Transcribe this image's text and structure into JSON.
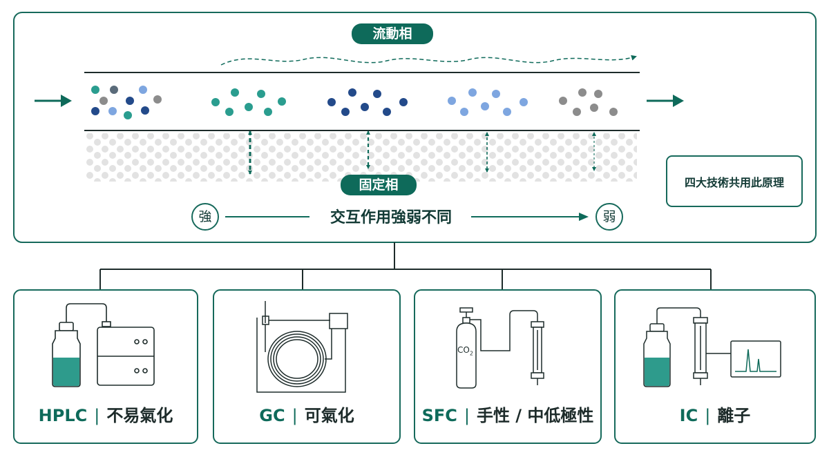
{
  "top_panel": {
    "mobile_phase_label": "流動相",
    "stationary_phase_label": "固定相",
    "strong_label": "強",
    "weak_label": "弱",
    "interaction_text": "交互作用強弱不同",
    "note": "四大技術共用此原理"
  },
  "techniques": [
    {
      "abbr": "HPLC",
      "separator": "|",
      "desc": "不易氣化"
    },
    {
      "abbr": "GC",
      "separator": "|",
      "desc": "可氣化"
    },
    {
      "abbr": "SFC",
      "separator": "|",
      "desc": "手性 / 中低極性"
    },
    {
      "abbr": "IC",
      "separator": "|",
      "desc": "離子"
    }
  ],
  "sfc_cylinder_label": {
    "text": "CO",
    "sub": "2"
  },
  "colors": {
    "brand": "#0e6a5a",
    "teal": "#2a9d8f",
    "navy": "#234a8a",
    "light_blue": "#7ea6e0",
    "gray": "#8c8c8c",
    "dark_text": "#1d2b2a",
    "liquid": "#2e9b8c"
  }
}
